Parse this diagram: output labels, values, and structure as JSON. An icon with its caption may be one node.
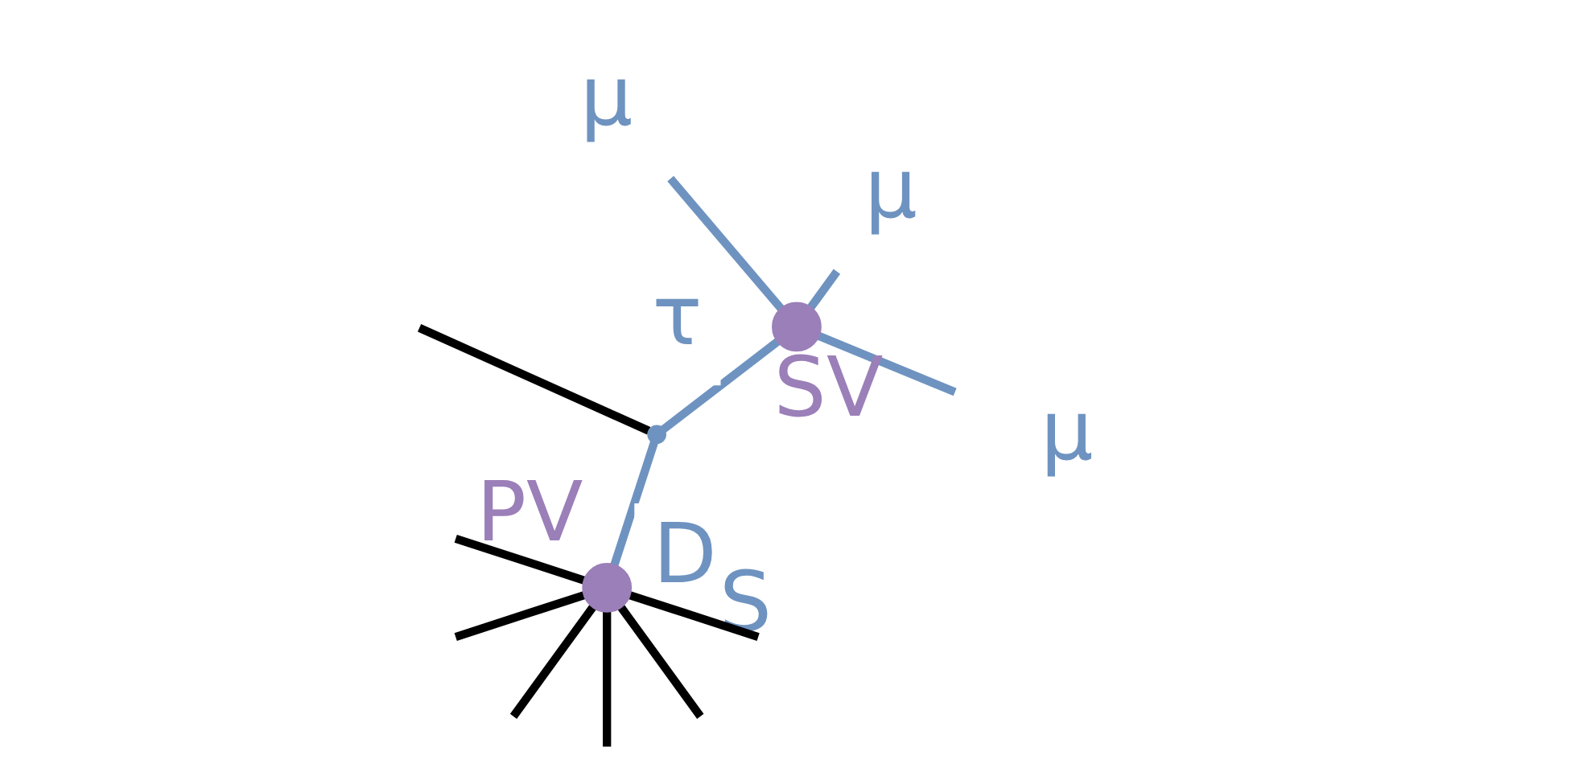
{
  "diagram": {
    "nodes": [
      {
        "text": [],
        "shape": "circle",
        "beside": [
          "PV"
        ]
      },
      {
        "text": [],
        "shape": "point"
      },
      {
        "text": [],
        "shape": "circle",
        "beside": [
          "SV"
        ]
      },
      {
        "text": [
          "μ"
        ]
      },
      {
        "text": [
          "μ"
        ]
      },
      {
        "text": [
          "μ"
        ]
      }
    ],
    "edges": [
      {
        "from": 0,
        "to": null,
        "arrow": "none",
        "color": "#000000"
      },
      {
        "from": 0,
        "to": null,
        "arrow": "none",
        "color": "#000000"
      },
      {
        "from": 0,
        "to": null,
        "arrow": "none",
        "color": "#000000"
      },
      {
        "from": 0,
        "to": null,
        "arrow": "none",
        "color": "#000000"
      },
      {
        "from": 0,
        "to": null,
        "arrow": "none",
        "color": "#000000"
      },
      {
        "from": 0,
        "to": null,
        "arrow": "none",
        "color": "#000000"
      },
      {
        "from": 0,
        "to": 1,
        "arrow": "none",
        "label": "D$_{S}$",
        "color": "#6f93c0"
      },
      {
        "from": 1,
        "to": null,
        "arrow": "none",
        "color": "#000000"
      },
      {
        "from": 1,
        "to": 2,
        "arrow": "none",
        "label": "τ",
        "color": "#6f93c0"
      },
      {
        "from": 2,
        "to": 3,
        "arrow": "none",
        "color": "#6f93c0"
      },
      {
        "from": 2,
        "to": 4,
        "arrow": "none",
        "color": "#6f93c0"
      },
      {
        "from": 2,
        "to": 5,
        "arrow": "none",
        "color": "#6f93c0"
      }
    ]
  }
}
